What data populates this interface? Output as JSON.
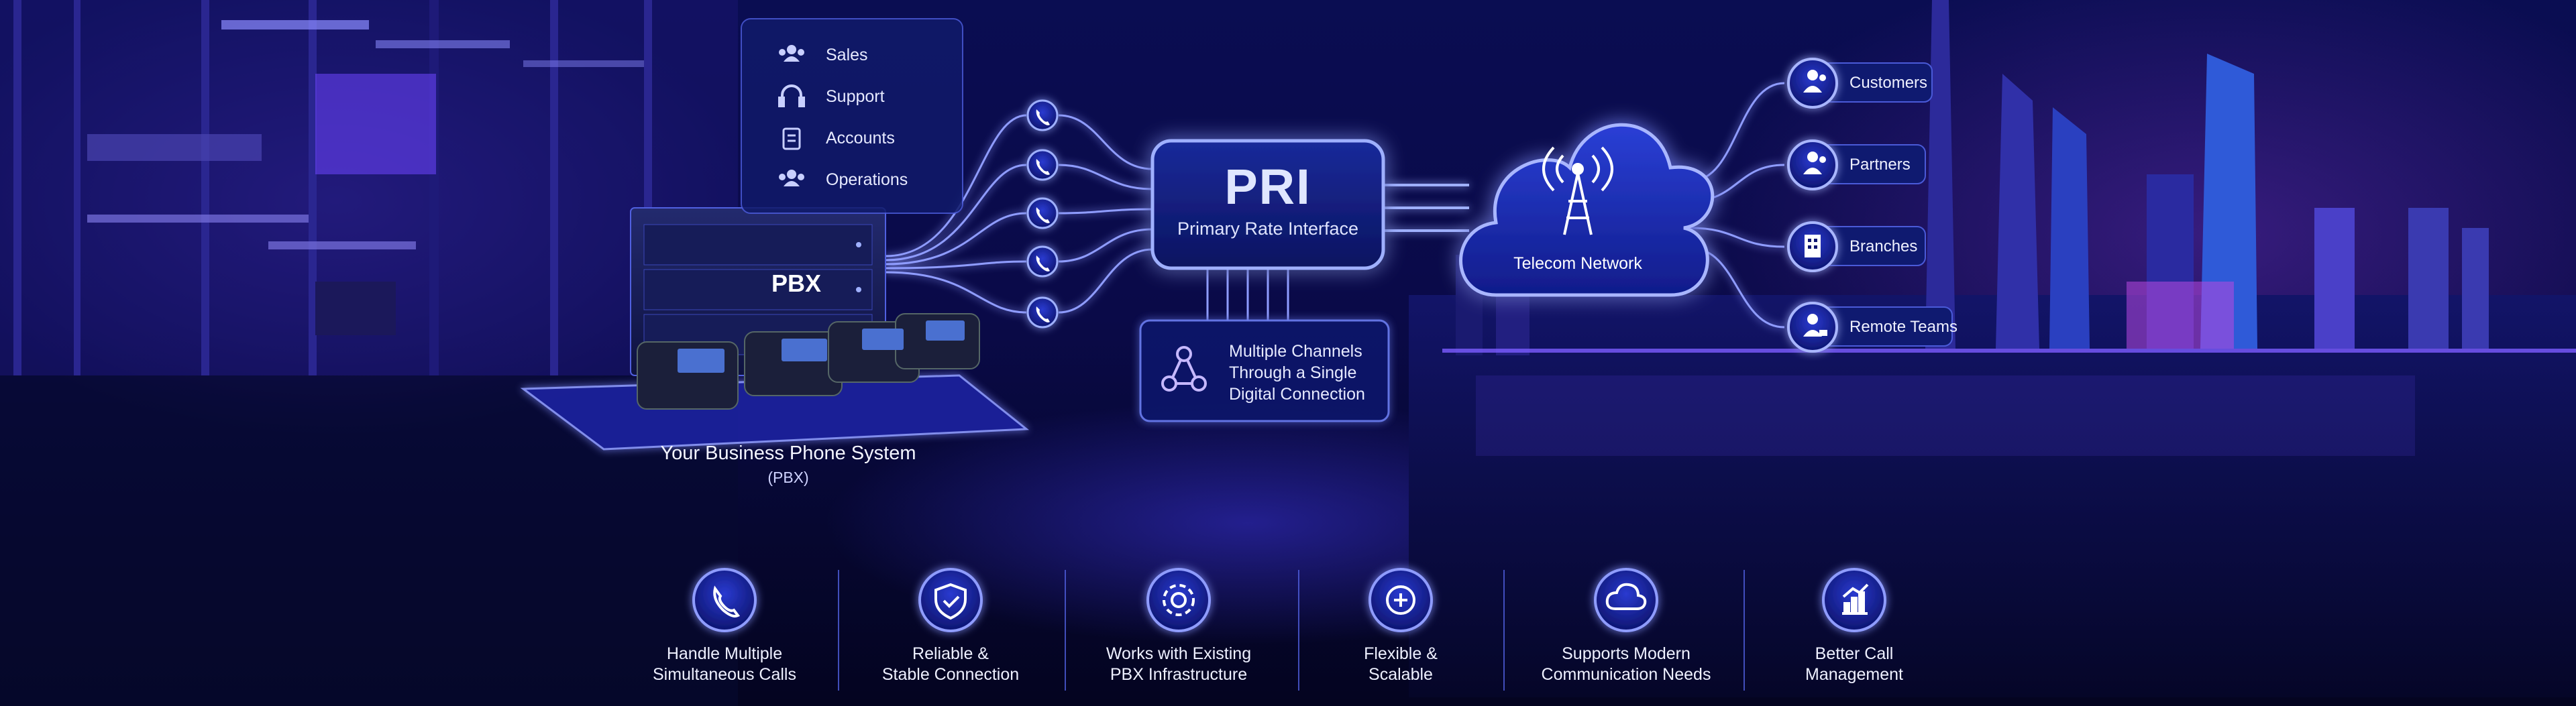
{
  "departments": [
    {
      "label": "Sales",
      "icon": "users-icon"
    },
    {
      "label": "Support",
      "icon": "headset-icon"
    },
    {
      "label": "Accounts",
      "icon": "document-icon"
    },
    {
      "label": "Operations",
      "icon": "users-icon"
    }
  ],
  "pbx": {
    "label": "PBX",
    "caption_title": "Your Business Phone System",
    "caption_sub": "(PBX)"
  },
  "pri": {
    "title": "PRI",
    "subtitle": "Primary Rate Interface"
  },
  "channels_note": {
    "line1": "Multiple Channels",
    "line2": "Through a Single",
    "line3": "Digital Connection",
    "icon": "network-nodes-icon"
  },
  "network": {
    "label": "Telecom Network",
    "icon": "antenna-tower-icon"
  },
  "destinations": [
    {
      "label": "Customers",
      "icon": "user-group-icon"
    },
    {
      "label": "Partners",
      "icon": "user-group-icon"
    },
    {
      "label": "Branches",
      "icon": "building-icon"
    },
    {
      "label": "Remote Teams",
      "icon": "remote-user-icon"
    }
  ],
  "features": [
    {
      "line1": "Handle Multiple",
      "line2": "Simultaneous Calls",
      "icon": "phone-call-icon"
    },
    {
      "line1": "Reliable &",
      "line2": "Stable Connection",
      "icon": "shield-check-icon"
    },
    {
      "line1": "Works with Existing",
      "line2": "PBX Infrastructure",
      "icon": "gear-icon"
    },
    {
      "line1": "Flexible &",
      "line2": "Scalable",
      "icon": "scale-arrows-icon"
    },
    {
      "line1": "Supports Modern",
      "line2": "Communication Needs",
      "icon": "cloud-icon"
    },
    {
      "line1": "Better Call",
      "line2": "Management",
      "icon": "bar-chart-icon"
    }
  ],
  "colors": {
    "accent": "#6c7bff",
    "glow": "#8f9cff",
    "panel": "#0d1a6e",
    "background": "#0a0a48"
  }
}
